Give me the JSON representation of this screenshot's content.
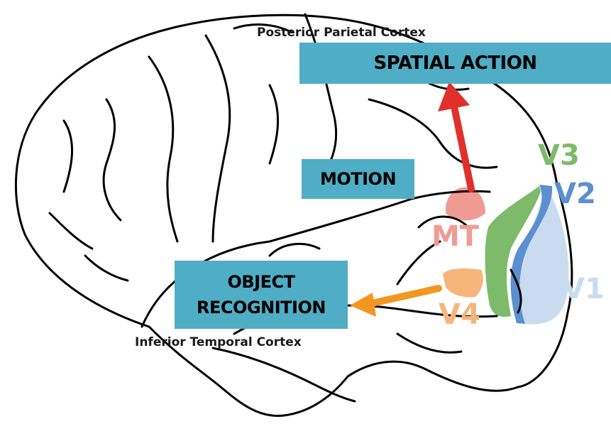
{
  "labels": {
    "posterior_parietal": "Posterior Parietal Cortex",
    "inferior_temporal": "Inferior Temporal Cortex",
    "v1": "V1",
    "v2": "V2",
    "v3": "V3",
    "mt": "MT",
    "v4": "V4"
  },
  "boxes": {
    "spatial_action": "SPATIAL ACTION",
    "motion": "MOTION",
    "object_line1": "OBJECT",
    "object_line2": "RECOGNITION"
  },
  "colors": {
    "box": "#4fadc6",
    "v1": "#c9dcef",
    "v2": "#5b8fd0",
    "v3": "#7dbb6a",
    "mt": "#ef9b93",
    "v4": "#f5b57b",
    "dorsal_arrow": "#e0302b",
    "ventral_arrow": "#f3961f"
  }
}
